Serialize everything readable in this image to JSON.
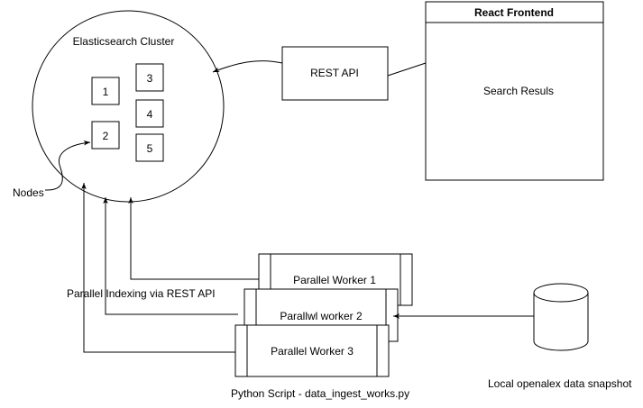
{
  "cluster": {
    "title": "Elasticsearch Cluster",
    "nodes": [
      "1",
      "2",
      "3",
      "4",
      "5"
    ]
  },
  "nodes_label": "Nodes",
  "rest_api": "REST API",
  "frontend": {
    "title": "React Frontend",
    "body": "Search Resuls"
  },
  "indexing_label": "Parallel Indexing via REST API",
  "workers": [
    "Parallel Worker 1",
    "Parallwl worker 2",
    "Parallel Worker 3"
  ],
  "script_label": "Python Script - data_ingest_works.py",
  "datastore_label": "Local openalex data snapshot"
}
